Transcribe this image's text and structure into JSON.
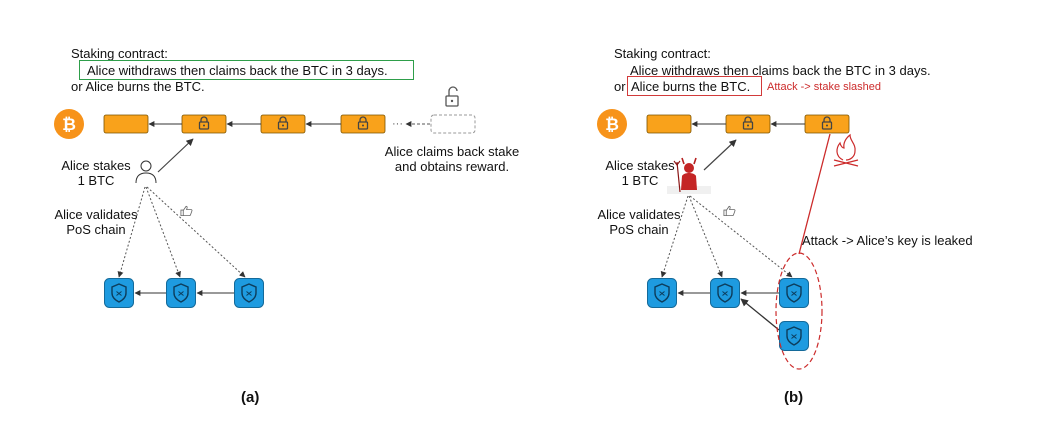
{
  "panel_a": {
    "contract_title": "Staking contract:",
    "line_withdraw": "Alice withdraws then claims back the BTC in 3 days.",
    "line_burn": "or Alice burns the BTC.",
    "stake_label_1": "Alice stakes",
    "stake_label_2": "1 BTC",
    "validate_label_1": "Alice validates",
    "validate_label_2": "PoS chain",
    "claim_label_1": "Alice claims back stake",
    "claim_label_2": "and obtains reward.",
    "caption": "(a)"
  },
  "panel_b": {
    "contract_title": "Staking contract:",
    "line_withdraw": "Alice withdraws then claims back the BTC in 3 days.",
    "line_or": "or",
    "line_burn": "Alice burns the BTC.",
    "attack_slash": "Attack -> stake slashed",
    "stake_label_1": "Alice stakes",
    "stake_label_2": "1 BTC",
    "validate_label_1": "Alice validates",
    "validate_label_2": "PoS chain",
    "attack_leak": "Attack -> Alice’s key is leaked",
    "caption": "(b)"
  },
  "colors": {
    "btc_orange": "#f7931a",
    "block_orange": "#f9a21b",
    "pos_blue": "#1e9be0",
    "highlight_green": "#2e9e4a",
    "highlight_red": "#d23a3a"
  },
  "icons": [
    "bitcoin-icon",
    "lock-icon",
    "unlock-icon",
    "user-icon",
    "devil-icon",
    "thumbs-up-icon",
    "shield-icon",
    "fire-icon"
  ]
}
